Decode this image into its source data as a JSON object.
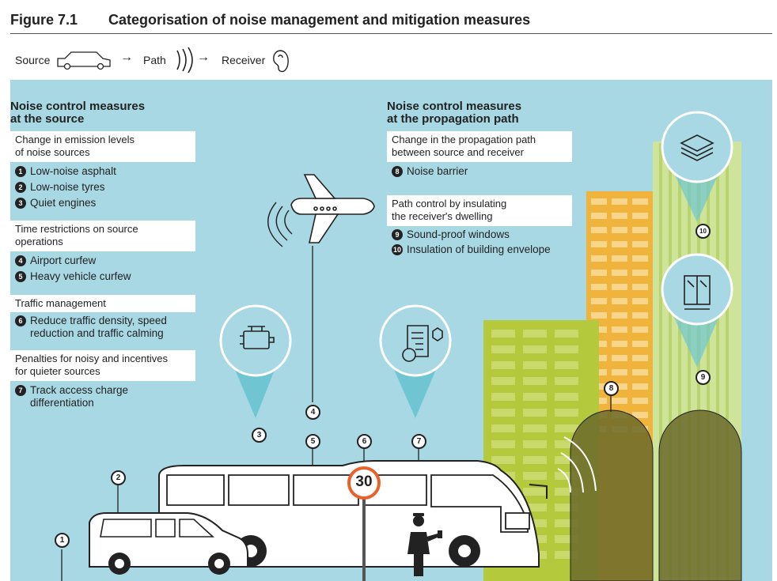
{
  "figure": {
    "number": "Figure 7.1",
    "title": "Categorisation of noise management and mitigation measures"
  },
  "flow": {
    "source": "Source",
    "path": "Path",
    "receiver": "Receiver",
    "arrow": "→"
  },
  "source_section": {
    "heading_line1": "Noise control measures",
    "heading_line2": "at the source",
    "groups": [
      {
        "title_line1": "Change in emission levels",
        "title_line2": "of noise sources",
        "items": [
          {
            "num": "1",
            "line1": "Low-noise asphalt",
            "line2": ""
          },
          {
            "num": "2",
            "line1": "Low-noise tyres",
            "line2": ""
          },
          {
            "num": "3",
            "line1": "Quiet engines",
            "line2": ""
          }
        ]
      },
      {
        "title_line1": "Time restrictions on source",
        "title_line2": "operations",
        "items": [
          {
            "num": "4",
            "line1": "Airport curfew",
            "line2": ""
          },
          {
            "num": "5",
            "line1": "Heavy vehicle curfew",
            "line2": ""
          }
        ]
      },
      {
        "title_line1": "Traffic management",
        "title_line2": "",
        "items": [
          {
            "num": "6",
            "line1": "Reduce traffic density, speed",
            "line2": "reduction and traffic calming"
          }
        ]
      },
      {
        "title_line1": "Penalties for noisy and incentives",
        "title_line2": "for quieter sources",
        "items": [
          {
            "num": "7",
            "line1": "Track access charge",
            "line2": "differentiation"
          }
        ]
      }
    ]
  },
  "path_section": {
    "heading_line1": "Noise control measures",
    "heading_line2": "at the propagation path",
    "groups": [
      {
        "title_line1": "Change in the propagation path",
        "title_line2": "between source and receiver",
        "items": [
          {
            "num": "8",
            "line1": "Noise barrier",
            "line2": ""
          }
        ]
      },
      {
        "title_line1": "Path control by insulating",
        "title_line2": "the receiver's dwelling",
        "items": [
          {
            "num": "9",
            "line1": "Sound-proof windows",
            "line2": ""
          },
          {
            "num": "10",
            "line1": "Insulation of building envelope",
            "line2": ""
          }
        ]
      }
    ]
  },
  "markers": [
    "1",
    "2",
    "3",
    "4",
    "5",
    "6",
    "7",
    "8",
    "9",
    "10"
  ],
  "speed_sign": "30",
  "colors": {
    "sky": "#a8d8e3",
    "building_green": "#b4c93c",
    "building_orange": "#f0b43c",
    "building_light": "#cde49a",
    "barrier": "#6b6a2a",
    "spotlight": "#6fc6d2",
    "badge": "#222222"
  }
}
